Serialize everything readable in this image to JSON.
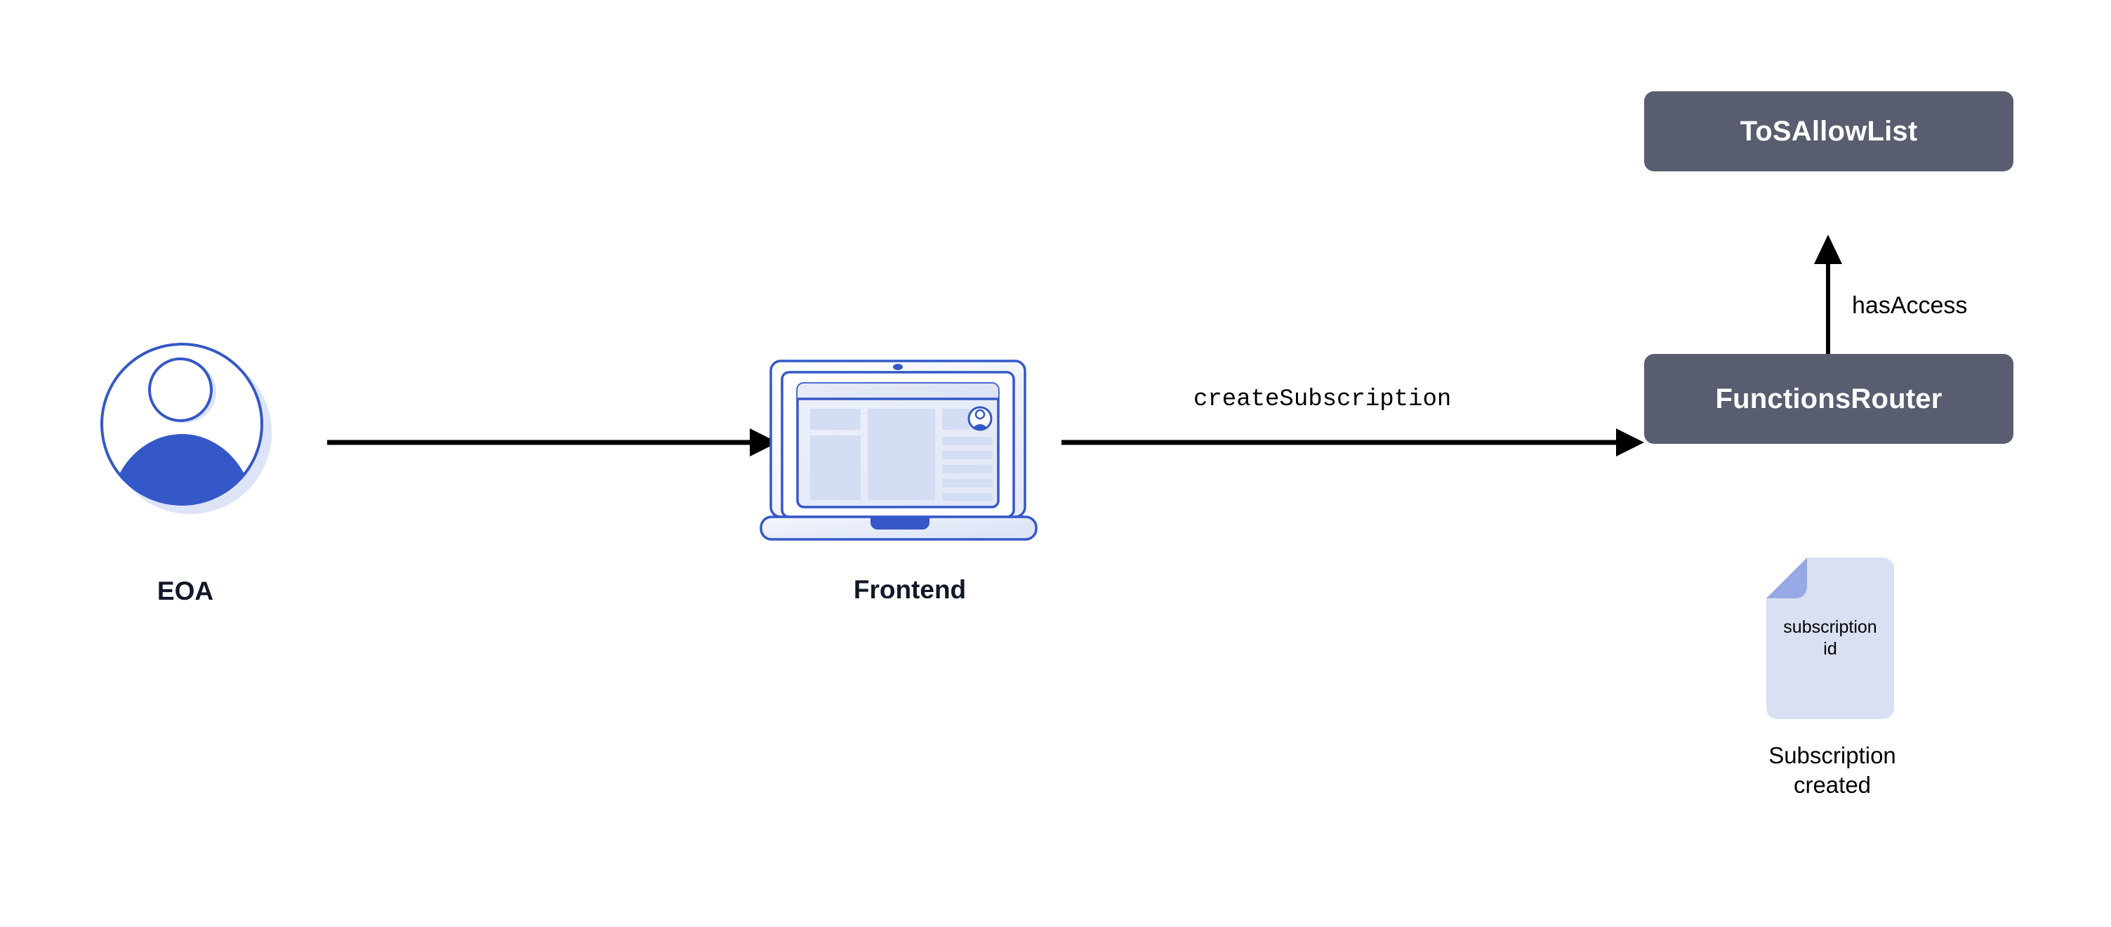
{
  "diagram": {
    "title": "Chainlink Functions subscription creation flow",
    "background_color": "#ffffff",
    "node_fill": "#585E6F",
    "node_text_color": "#ffffff",
    "accent_blue": "#3458C8",
    "accent_blue_light": "#D9E0F2",
    "accent_blue_mid": "#97A9E5",
    "arrow_color": "#000000",
    "caption_color": "#101828"
  },
  "actors": {
    "eoa": {
      "label": "EOA",
      "icon": "user-avatar-icon"
    },
    "frontend": {
      "label": "Frontend",
      "icon": "laptop-icon"
    }
  },
  "contracts": [
    {
      "id": "tos-allow-list",
      "label": "ToSAllowList"
    },
    {
      "id": "functions-router",
      "label": "FunctionsRouter"
    }
  ],
  "edges": [
    {
      "id": "eoa-to-frontend",
      "label": "",
      "from": "EOA",
      "to": "Frontend",
      "direction": "right"
    },
    {
      "id": "frontend-to-router",
      "label": "createSubscription",
      "from": "Frontend",
      "to": "FunctionsRouter",
      "direction": "right",
      "font": "mono"
    },
    {
      "id": "router-to-allowlist",
      "label": "hasAccess",
      "from": "FunctionsRouter",
      "to": "ToSAllowList",
      "direction": "up",
      "font": "sans"
    }
  ],
  "artifact": {
    "id": "subscription-file",
    "icon": "document-file-icon",
    "file_line_1": "subscription",
    "file_line_2": "id",
    "caption_line_1": "Subscription",
    "caption_line_2": "created"
  }
}
